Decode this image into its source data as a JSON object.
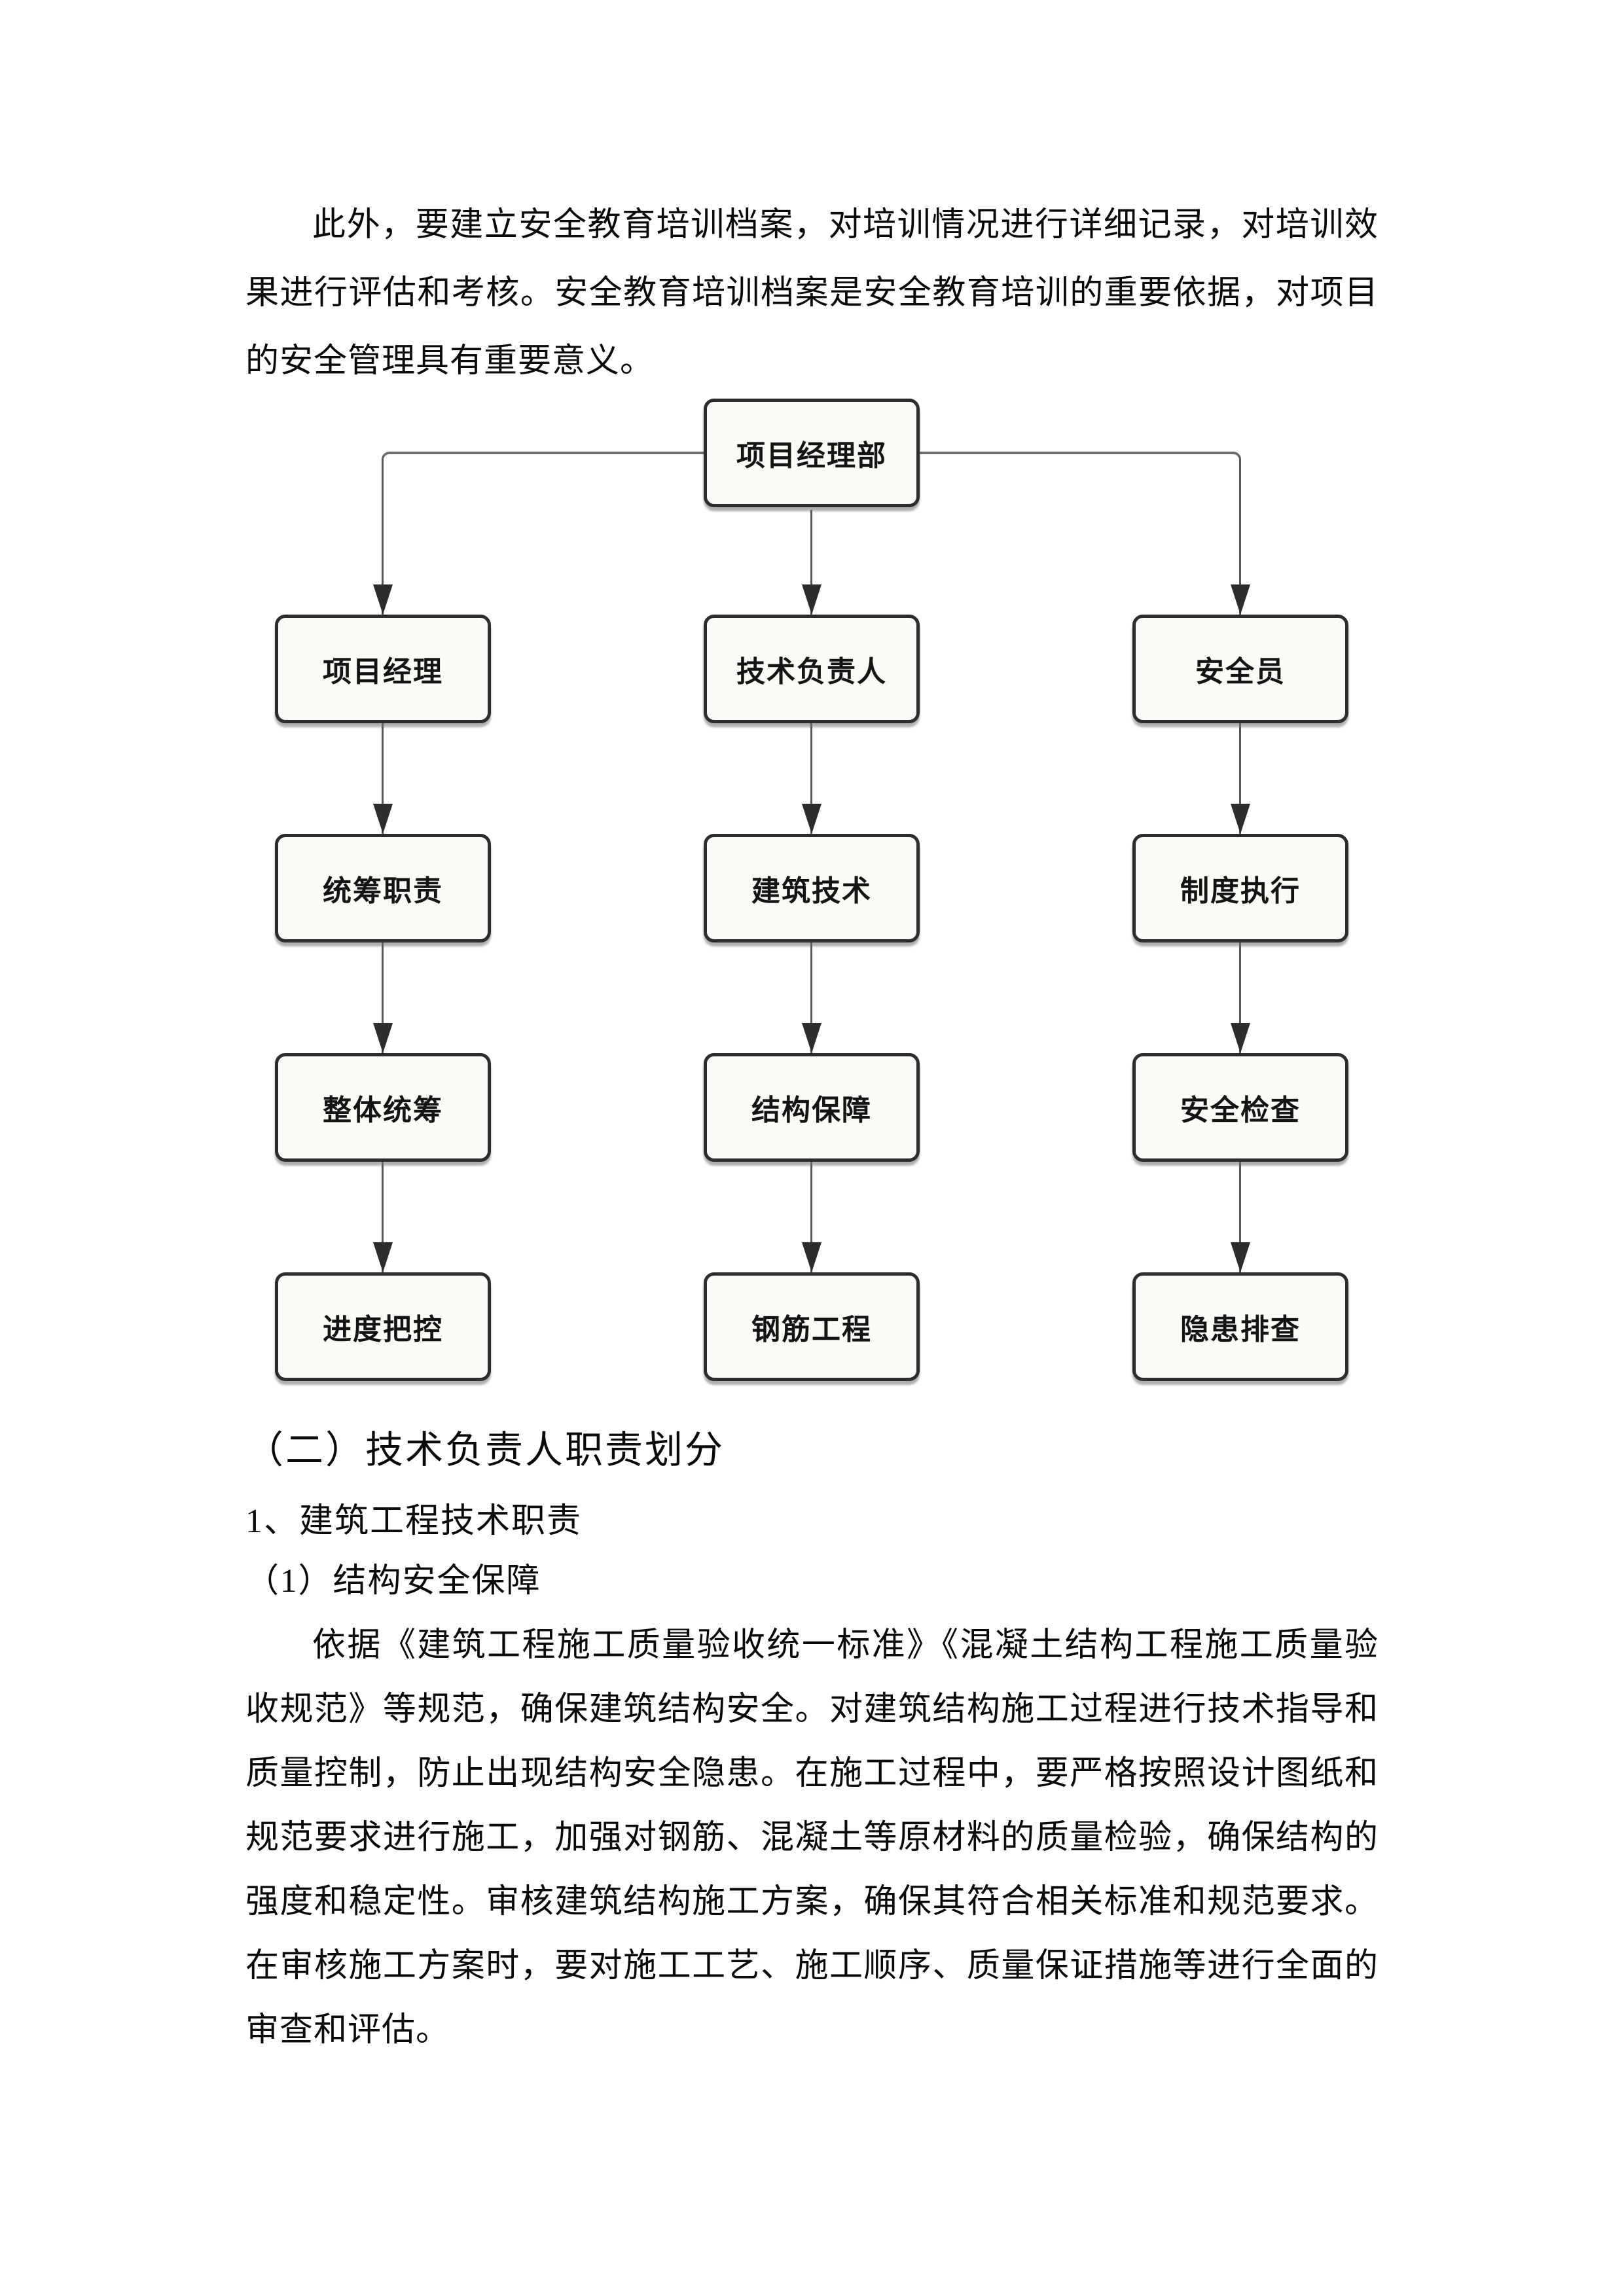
{
  "document": {
    "intro_paragraph": "此外，要建立安全教育培训档案，对培训情况进行详细记录，对培训效果进行评估和考核。安全教育培训档案是安全教育培训的重要依据，对项目的安全管理具有重要意义。",
    "section_heading": "（二）技术负责人职责划分",
    "sub_heading_1": "1、建筑工程技术职责",
    "sub_heading_2": "（1）结构安全保障",
    "body_paragraph": "依据《建筑工程施工质量验收统一标准》《混凝土结构工程施工质量验收规范》等规范，确保建筑结构安全。对建筑结构施工过程进行技术指导和质量控制，防止出现结构安全隐患。在施工过程中，要严格按照设计图纸和规范要求进行施工，加强对钢筋、混凝土等原材料的质量检验，确保结构的强度和稳定性。审核建筑结构施工方案，确保其符合相关标准和规范要求。在审核施工方案时，要对施工工艺、施工顺序、质量保证措施等进行全面的审查和评估。"
  },
  "flowchart": {
    "root": "项目经理部",
    "col1": [
      "项目经理",
      "统筹职责",
      "整体统筹",
      "进度把控"
    ],
    "col2": [
      "技术负责人",
      "建筑技术",
      "结构保障",
      "钢筋工程"
    ],
    "col3": [
      "安全员",
      "制度执行",
      "安全检查",
      "隐患排查"
    ],
    "colors": {
      "box_fill": "#fbfaf6",
      "box_border": "#2d2d2d",
      "connector": "#595959",
      "arrow": "#2d2d2d",
      "page_background": "#ffffff",
      "text": "#0a0a0a"
    }
  }
}
